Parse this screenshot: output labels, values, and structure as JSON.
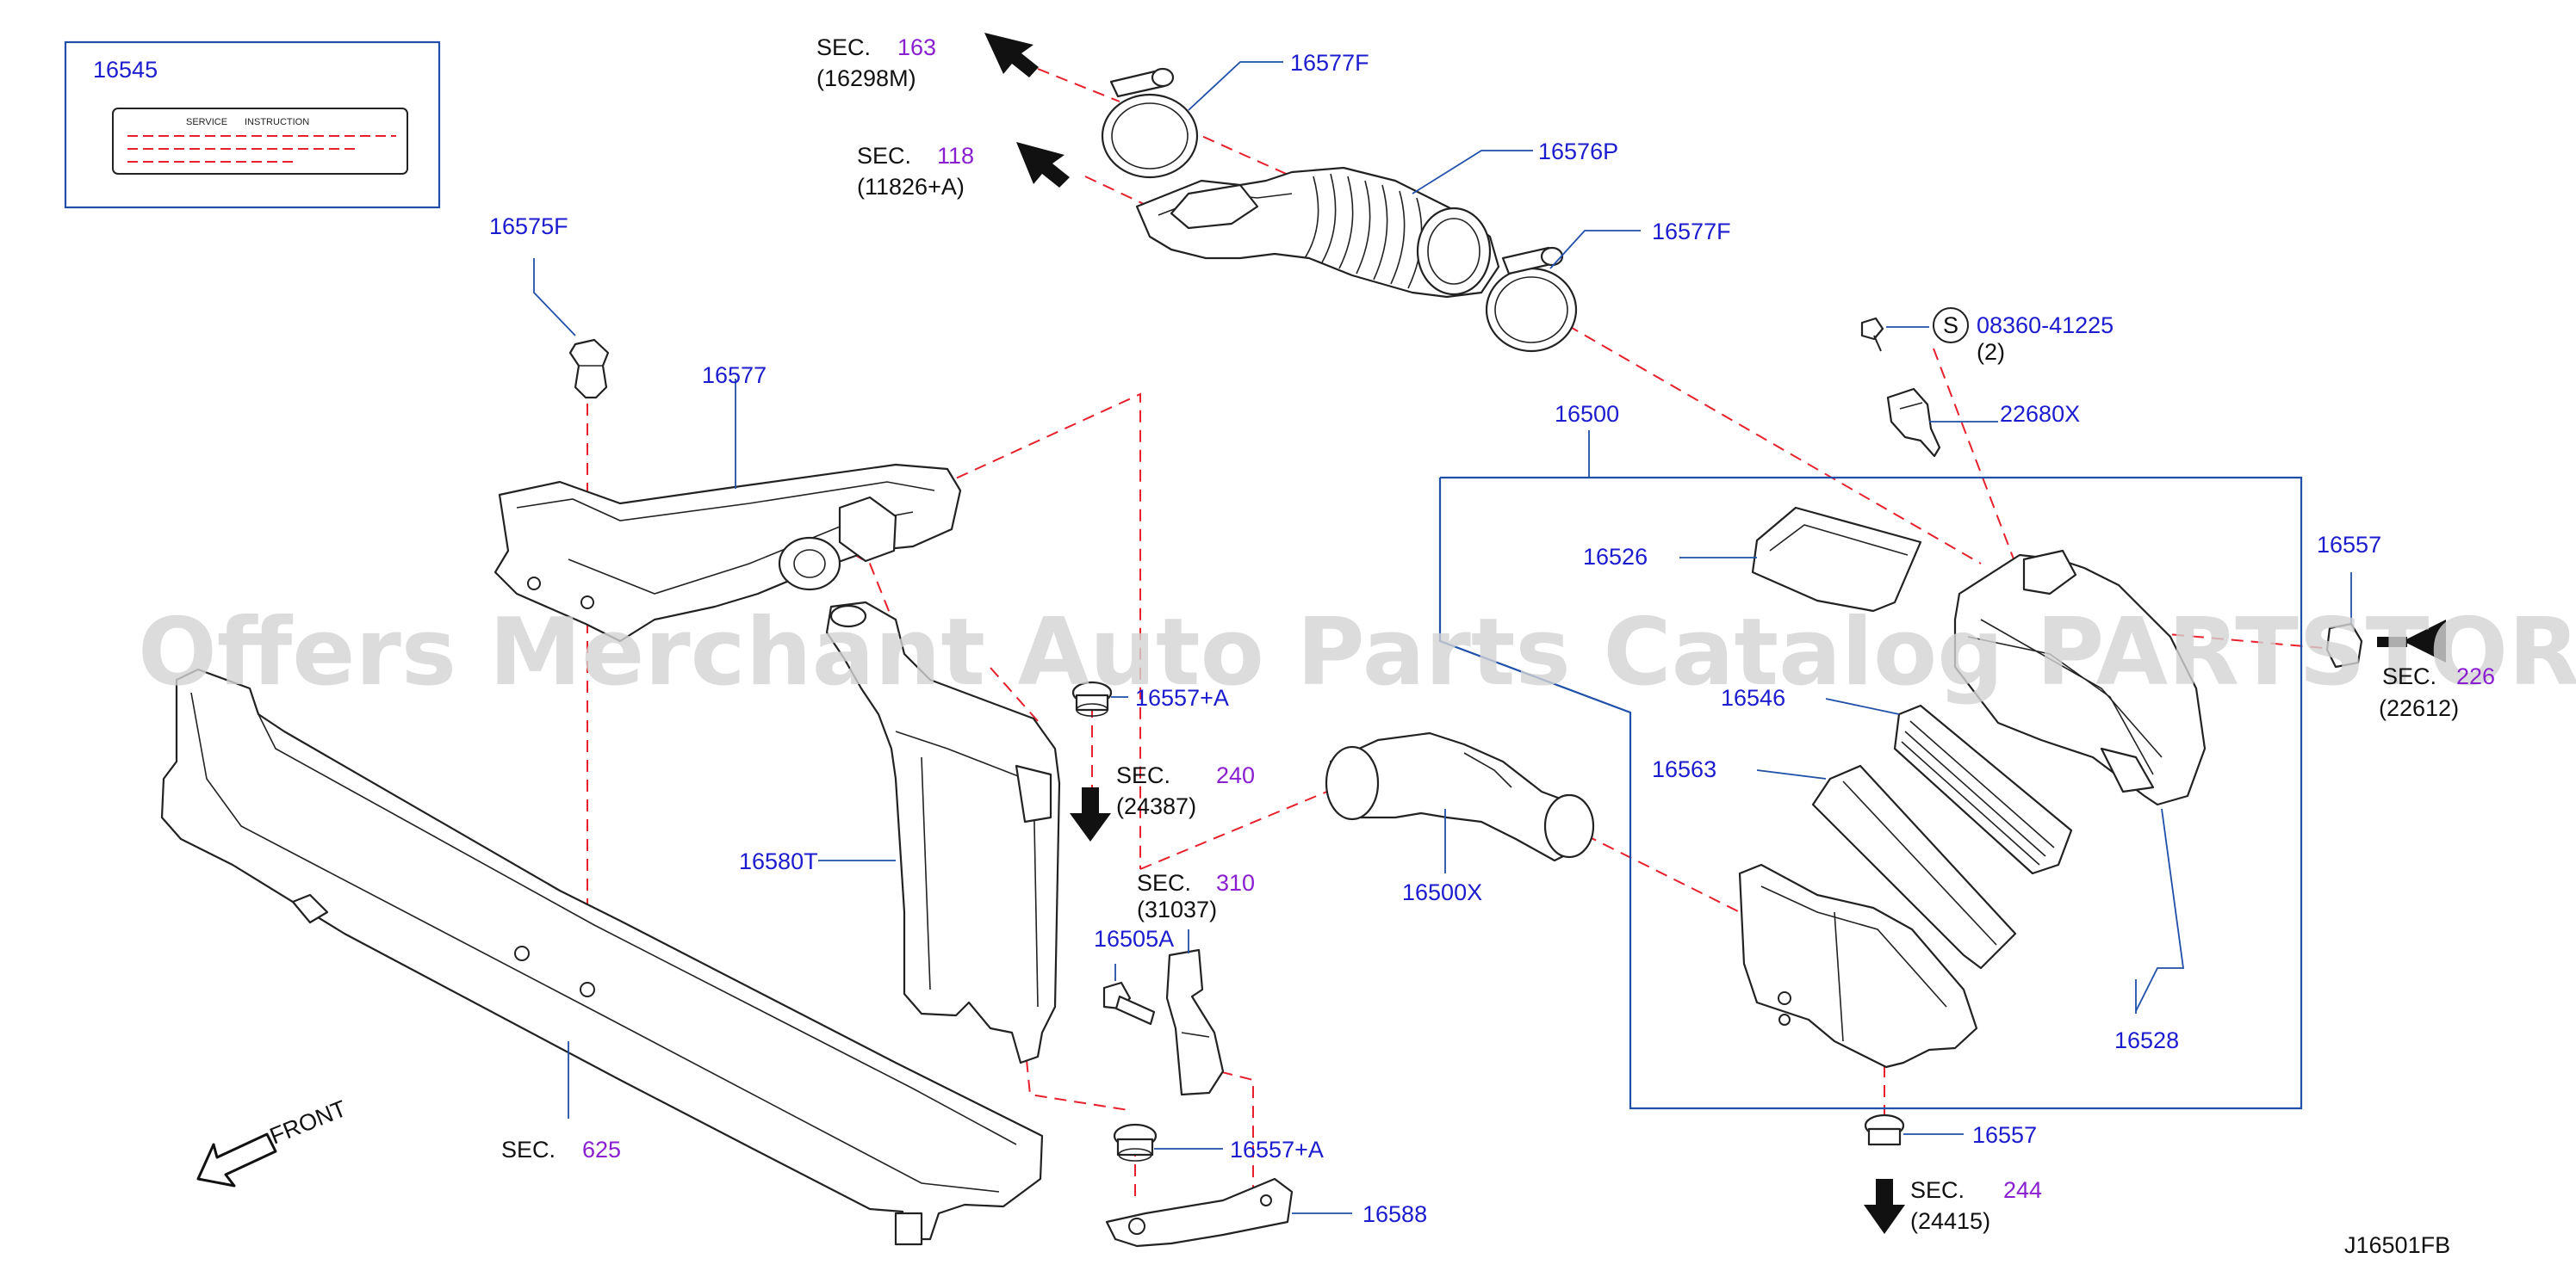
{
  "diagram": {
    "ref_code": "J16501FB",
    "watermark": "Offers Merchant Auto Parts Catalog PARTSTORE.SA",
    "front_label": "FRONT",
    "service_label": {
      "part_no": "16545",
      "line1a": "SERVICE",
      "line1b": "INSTRUCTION"
    },
    "parts": {
      "p16575F": "16575F",
      "p16577": "16577",
      "p16577F_top": "16577F",
      "p16576P": "16576P",
      "p16577F_right": "16577F",
      "p08360": "08360-41225",
      "p08360_qty": "(2)",
      "p08360_symbol": "S",
      "p22680X": "22680X",
      "p16500": "16500",
      "p16526": "16526",
      "p16557_right": "16557",
      "p16546": "16546",
      "p16563": "16563",
      "p16528": "16528",
      "p16557_bottom": "16557",
      "p16500X": "16500X",
      "p16580T": "16580T",
      "p16557A_top": "16557+A",
      "p16505A": "16505A",
      "p16557A_bottom": "16557+A",
      "p16588": "16588"
    },
    "sections": {
      "s163": {
        "label": "SEC.",
        "num": "163",
        "sub": "(16298M)"
      },
      "s118": {
        "label": "SEC.",
        "num": "118",
        "sub": "(11826+A)"
      },
      "s226": {
        "label": "SEC.",
        "num": "226",
        "sub": "(22612)"
      },
      "s240": {
        "label": "SEC.",
        "num": "240",
        "sub": "(24387)"
      },
      "s310": {
        "label": "SEC.",
        "num": "310",
        "sub": "(31037)"
      },
      "s244": {
        "label": "SEC.",
        "num": "244",
        "sub": "(24415)"
      },
      "s625": {
        "label": "SEC.",
        "num": "625"
      }
    },
    "colors": {
      "part_text": "#1c1ccf",
      "section_number": "#8a1fd0",
      "leader_line": "#1f4fa8",
      "dashed_line": "#e8202b"
    }
  }
}
